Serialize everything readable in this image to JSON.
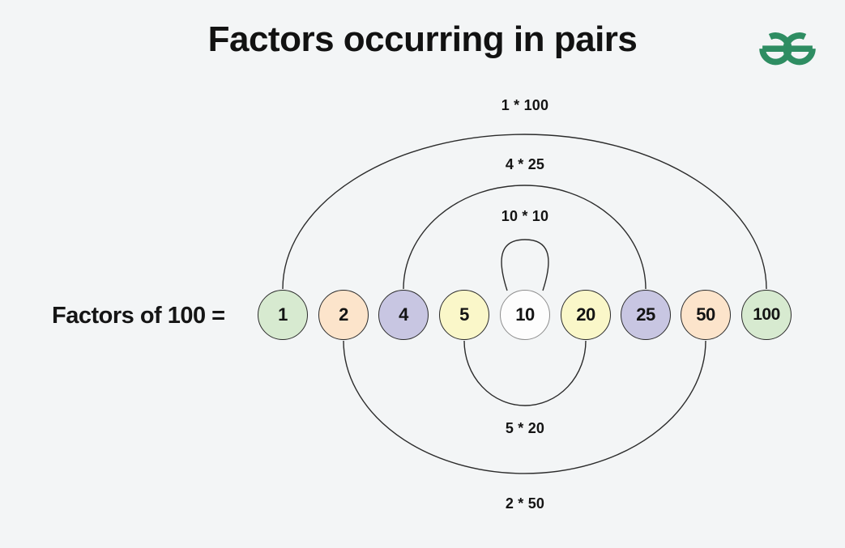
{
  "page": {
    "background": "#f3f5f6"
  },
  "header": {
    "title": "Factors occurring in pairs",
    "logo": {
      "name": "geeksforgeeks-logo",
      "color": "#2e8d62"
    }
  },
  "diagram": {
    "label": "Factors of 100 =",
    "factors": [
      {
        "value": "1",
        "color": "#d7ead0"
      },
      {
        "value": "2",
        "color": "#fce4cb"
      },
      {
        "value": "4",
        "color": "#c8c6e2"
      },
      {
        "value": "5",
        "color": "#faf7c9"
      },
      {
        "value": "10",
        "color": "#fdfdfd"
      },
      {
        "value": "20",
        "color": "#faf7c9"
      },
      {
        "value": "25",
        "color": "#c8c6e2"
      },
      {
        "value": "50",
        "color": "#fce4cb"
      },
      {
        "value": "100",
        "color": "#d7ead0"
      }
    ],
    "pairs": [
      {
        "label": "1 * 100",
        "from": "1",
        "to": "100",
        "side": "top"
      },
      {
        "label": "4 * 25",
        "from": "4",
        "to": "25",
        "side": "top"
      },
      {
        "label": "10 * 10",
        "from": "10",
        "to": "10",
        "side": "top"
      },
      {
        "label": "5 * 20",
        "from": "5",
        "to": "20",
        "side": "bottom"
      },
      {
        "label": "2 * 50",
        "from": "2",
        "to": "50",
        "side": "bottom"
      }
    ]
  }
}
